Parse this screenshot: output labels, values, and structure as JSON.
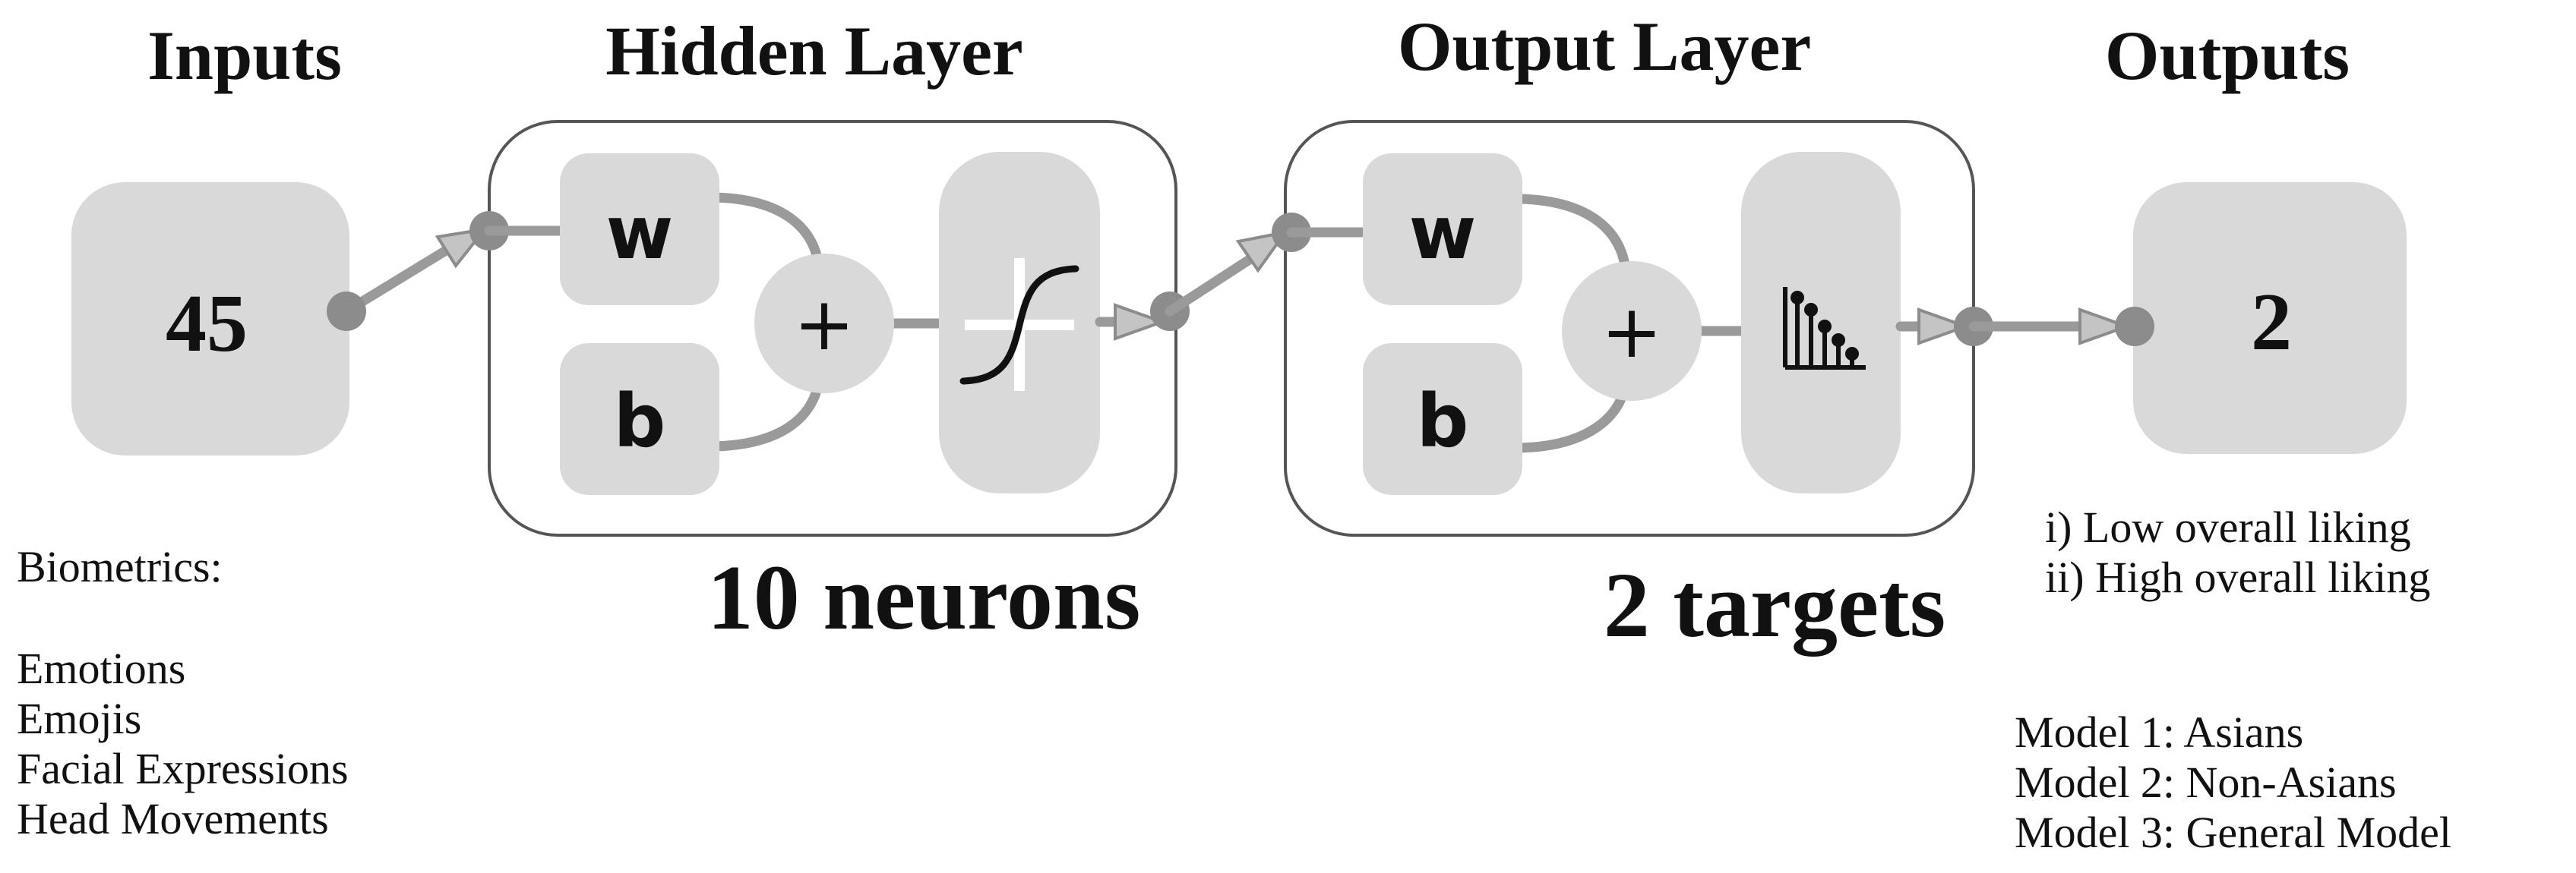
{
  "headings": {
    "inputs": "Inputs",
    "hidden_layer": "Hidden Layer",
    "output_layer": "Output Layer",
    "outputs": "Outputs"
  },
  "input_node": {
    "value": "45"
  },
  "output_node": {
    "value": "2"
  },
  "hidden_layer": {
    "weight_symbol": "w",
    "bias_symbol": "b",
    "sum_symbol": "+",
    "caption": "10 neurons",
    "activation_icon": "sigmoid-icon"
  },
  "output_layer": {
    "weight_symbol": "w",
    "bias_symbol": "b",
    "sum_symbol": "+",
    "caption": "2 targets",
    "activation_icon": "softmax-icon"
  },
  "inputs_description": {
    "title": "Biometrics:",
    "items": [
      "Emotions",
      "Emojis",
      "Facial Expressions",
      "Head Movements"
    ]
  },
  "outputs_description": {
    "classes": [
      "i) Low overall liking",
      "ii) High overall liking"
    ],
    "models": [
      "Model 1: Asians",
      "Model 2: Non-Asians",
      "Model 3: General Model"
    ]
  }
}
